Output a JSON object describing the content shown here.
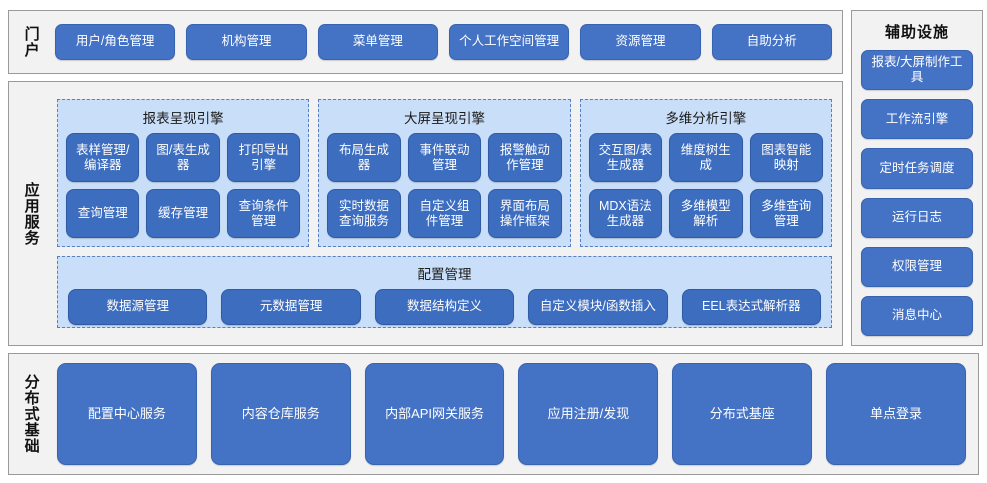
{
  "colors": {
    "button_primary": "#4472C4",
    "button_engine": "#3D6DBF",
    "panel_bg": "#C9DEF8",
    "section_bg": "#F2F2F2",
    "section_border": "#9A9A9A",
    "panel_border": "#5A7FBF",
    "text_light": "#FFFFFF",
    "text_dark": "#111111"
  },
  "portal": {
    "label": "门户",
    "items": [
      {
        "label": "用户/角色管理"
      },
      {
        "label": "机构管理"
      },
      {
        "label": "菜单管理"
      },
      {
        "label": "个人工作空间管理"
      },
      {
        "label": "资源管理"
      },
      {
        "label": "自助分析"
      }
    ]
  },
  "application_services": {
    "label": "应用服务",
    "engines": [
      {
        "title": "报表呈现引擎",
        "items": [
          {
            "label": "表样管理/编译器"
          },
          {
            "label": "图/表生成器"
          },
          {
            "label": "打印导出引擎"
          },
          {
            "label": "查询管理"
          },
          {
            "label": "缓存管理"
          },
          {
            "label": "查询条件管理"
          }
        ]
      },
      {
        "title": "大屏呈现引擎",
        "items": [
          {
            "label": "布局生成器"
          },
          {
            "label": "事件联动管理"
          },
          {
            "label": "报警触动作管理"
          },
          {
            "label": "实时数据查询服务"
          },
          {
            "label": "自定义组件管理"
          },
          {
            "label": "界面布局操作框架"
          }
        ]
      },
      {
        "title": "多维分析引擎",
        "items": [
          {
            "label": "交互图/表生成器"
          },
          {
            "label": "维度树生成"
          },
          {
            "label": "图表智能映射"
          },
          {
            "label": "MDX语法生成器"
          },
          {
            "label": "多维模型解析"
          },
          {
            "label": "多维查询管理"
          }
        ]
      }
    ],
    "config": {
      "title": "配置管理",
      "items": [
        {
          "label": "数据源管理"
        },
        {
          "label": "元数据管理"
        },
        {
          "label": "数据结构定义"
        },
        {
          "label": "自定义模块/函数插入"
        },
        {
          "label": "EEL表达式解析器"
        }
      ]
    }
  },
  "auxiliary": {
    "title": "辅助设施",
    "items": [
      {
        "label": "报表/大屏制作工具"
      },
      {
        "label": "工作流引擎"
      },
      {
        "label": "定时任务调度"
      },
      {
        "label": "运行日志"
      },
      {
        "label": "权限管理"
      },
      {
        "label": "消息中心"
      }
    ]
  },
  "distributed": {
    "label": "分布式基础",
    "items": [
      {
        "label": "配置中心服务"
      },
      {
        "label": "内容仓库服务"
      },
      {
        "label": "内部API网关服务"
      },
      {
        "label": "应用注册/发现"
      },
      {
        "label": "分布式基座"
      },
      {
        "label": "单点登录"
      }
    ]
  }
}
